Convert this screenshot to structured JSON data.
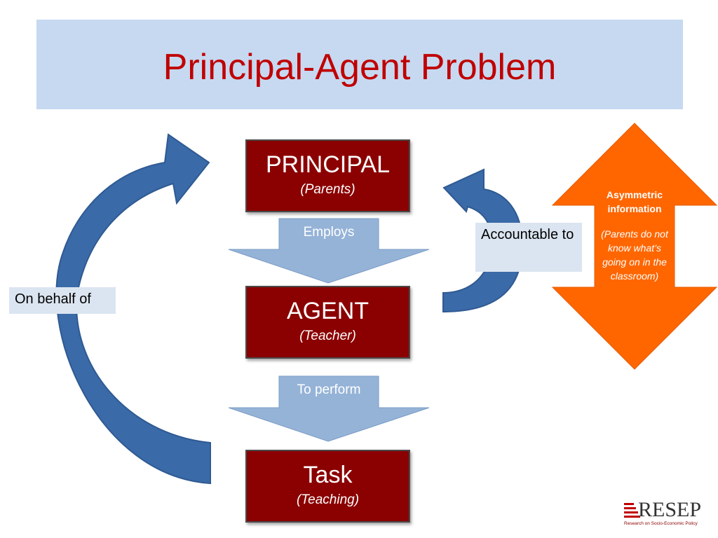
{
  "title": "Principal-Agent Problem",
  "boxes": {
    "principal": {
      "label": "PRINCIPAL",
      "sub": "(Parents)"
    },
    "agent": {
      "label": "AGENT",
      "sub": "(Teacher)"
    },
    "task": {
      "label": "Task",
      "sub": "(Teaching)"
    }
  },
  "arrows": {
    "employs": "Employs",
    "to_perform": "To perform"
  },
  "side_labels": {
    "on_behalf_of": "On behalf of",
    "accountable_to": "Accountable to"
  },
  "asymmetric": {
    "heading": "Asymmetric information",
    "note": "(Parents do not know what’s going on in the classroom)"
  },
  "logo": {
    "name": "RESEP",
    "tagline": "Research on Socio-Economic Policy"
  },
  "colors": {
    "title": "#c00000",
    "box_fill": "#8b0000",
    "curved_arrow": "#3a6aa8",
    "down_arrow": "#95b3d7",
    "asym_arrow": "#ff6600",
    "title_band": "#c6d9f1"
  }
}
